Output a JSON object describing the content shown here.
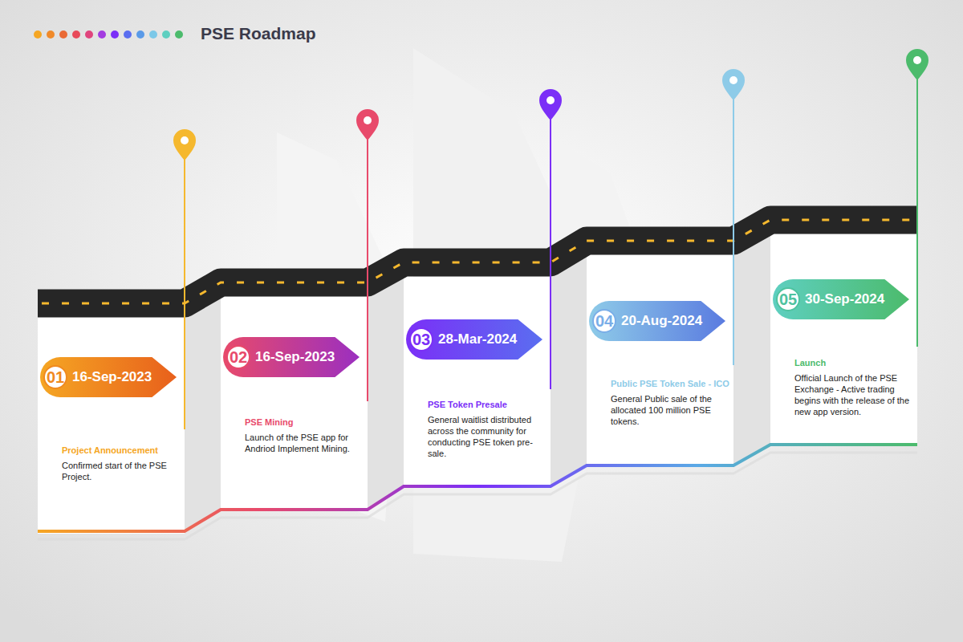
{
  "diagram": {
    "title": "PSE Roadmap",
    "nodes": [
      {
        "text": [
          "01",
          "16-Sep-2023",
          "Project Announcement",
          "Confirmed start of the PSE Project."
        ]
      },
      {
        "text": [
          "02",
          "16-Sep-2023",
          "PSE Mining",
          "Launch of the PSE app for Andriod Implement Mining."
        ]
      },
      {
        "text": [
          "03",
          "28-Mar-2024",
          "PSE Token Presale",
          "General waitlist distributed across the community for conducting PSE token pre-sale."
        ]
      },
      {
        "text": [
          "04",
          "20-Aug-2024",
          "Public PSE Token Sale - ICO",
          "General Public sale of the allocated 100 million PSE tokens."
        ]
      },
      {
        "text": [
          "05",
          "30-Sep-2024",
          "Launch",
          "Official Launch of the PSE Exchange - Active trading begins with the release of the new app version."
        ]
      }
    ]
  }
}
